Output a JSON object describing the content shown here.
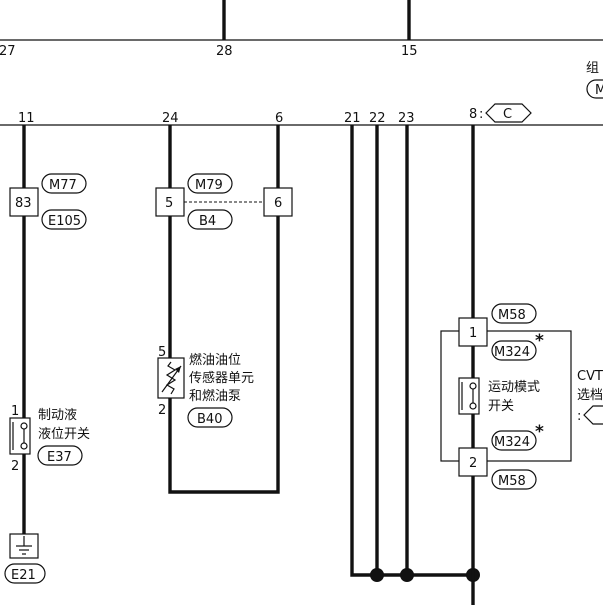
{
  "top_pins": [
    "27",
    "28",
    "15"
  ],
  "top_right_label": "组",
  "top_right_pill": "M",
  "bus_pins": [
    "11",
    "24",
    "6",
    "21",
    "22",
    "23"
  ],
  "c_pin_number": "8",
  "c_pin_letter": "C",
  "left_circuit": {
    "terminal": "83",
    "conn_top": "M77",
    "conn_bottom": "E105",
    "switch_pin_top": "1",
    "switch_pin_bottom": "2",
    "switch_name_line1": "制动液",
    "switch_name_line2": "液位开关",
    "switch_conn": "E37",
    "ground_conn": "E21"
  },
  "fuel_circuit": {
    "terminal_left": "5",
    "terminal_right": "6",
    "conn_top": "M79",
    "conn_bottom": "B4",
    "sensor_pin_top": "5",
    "sensor_pin_bottom": "2",
    "sensor_name_line1": "燃油油位",
    "sensor_name_line2": "传感器单元",
    "sensor_name_line3": "和燃油泵",
    "sensor_conn": "B40"
  },
  "sport_circuit": {
    "terminal_top": "1",
    "terminal_bottom": "2",
    "conn_top": "M58",
    "conn_top_alt": "M324",
    "conn_bottom_alt": "M324",
    "conn_bottom": "M58",
    "asterisk": "*",
    "switch_name_line1": "运动模式",
    "switch_name_line2": "开关",
    "right_label_line1": "CVT",
    "right_label_line2": "选档",
    "right_label_line3": ":"
  }
}
